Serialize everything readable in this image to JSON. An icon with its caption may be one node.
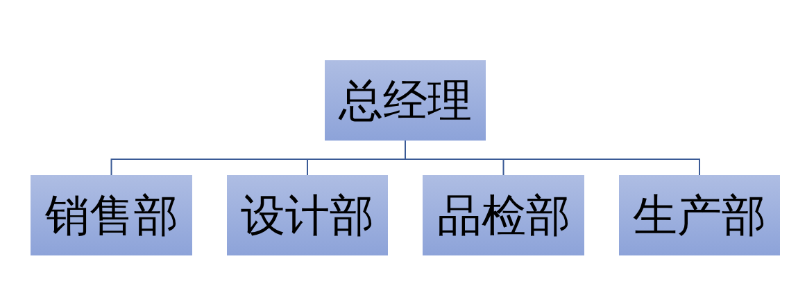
{
  "diagram": {
    "nodes": [
      {
        "text": [
          "总经理"
        ]
      },
      {
        "text": [
          "销售部"
        ]
      },
      {
        "text": [
          "设计部"
        ]
      },
      {
        "text": [
          "品检部"
        ]
      },
      {
        "text": [
          "生产部"
        ]
      }
    ],
    "edges": [
      {
        "from": 0,
        "to": 1,
        "arrow": "none"
      },
      {
        "from": 0,
        "to": 2,
        "arrow": "none"
      },
      {
        "from": 0,
        "to": 3,
        "arrow": "none"
      },
      {
        "from": 0,
        "to": 4,
        "arrow": "none"
      }
    ]
  }
}
